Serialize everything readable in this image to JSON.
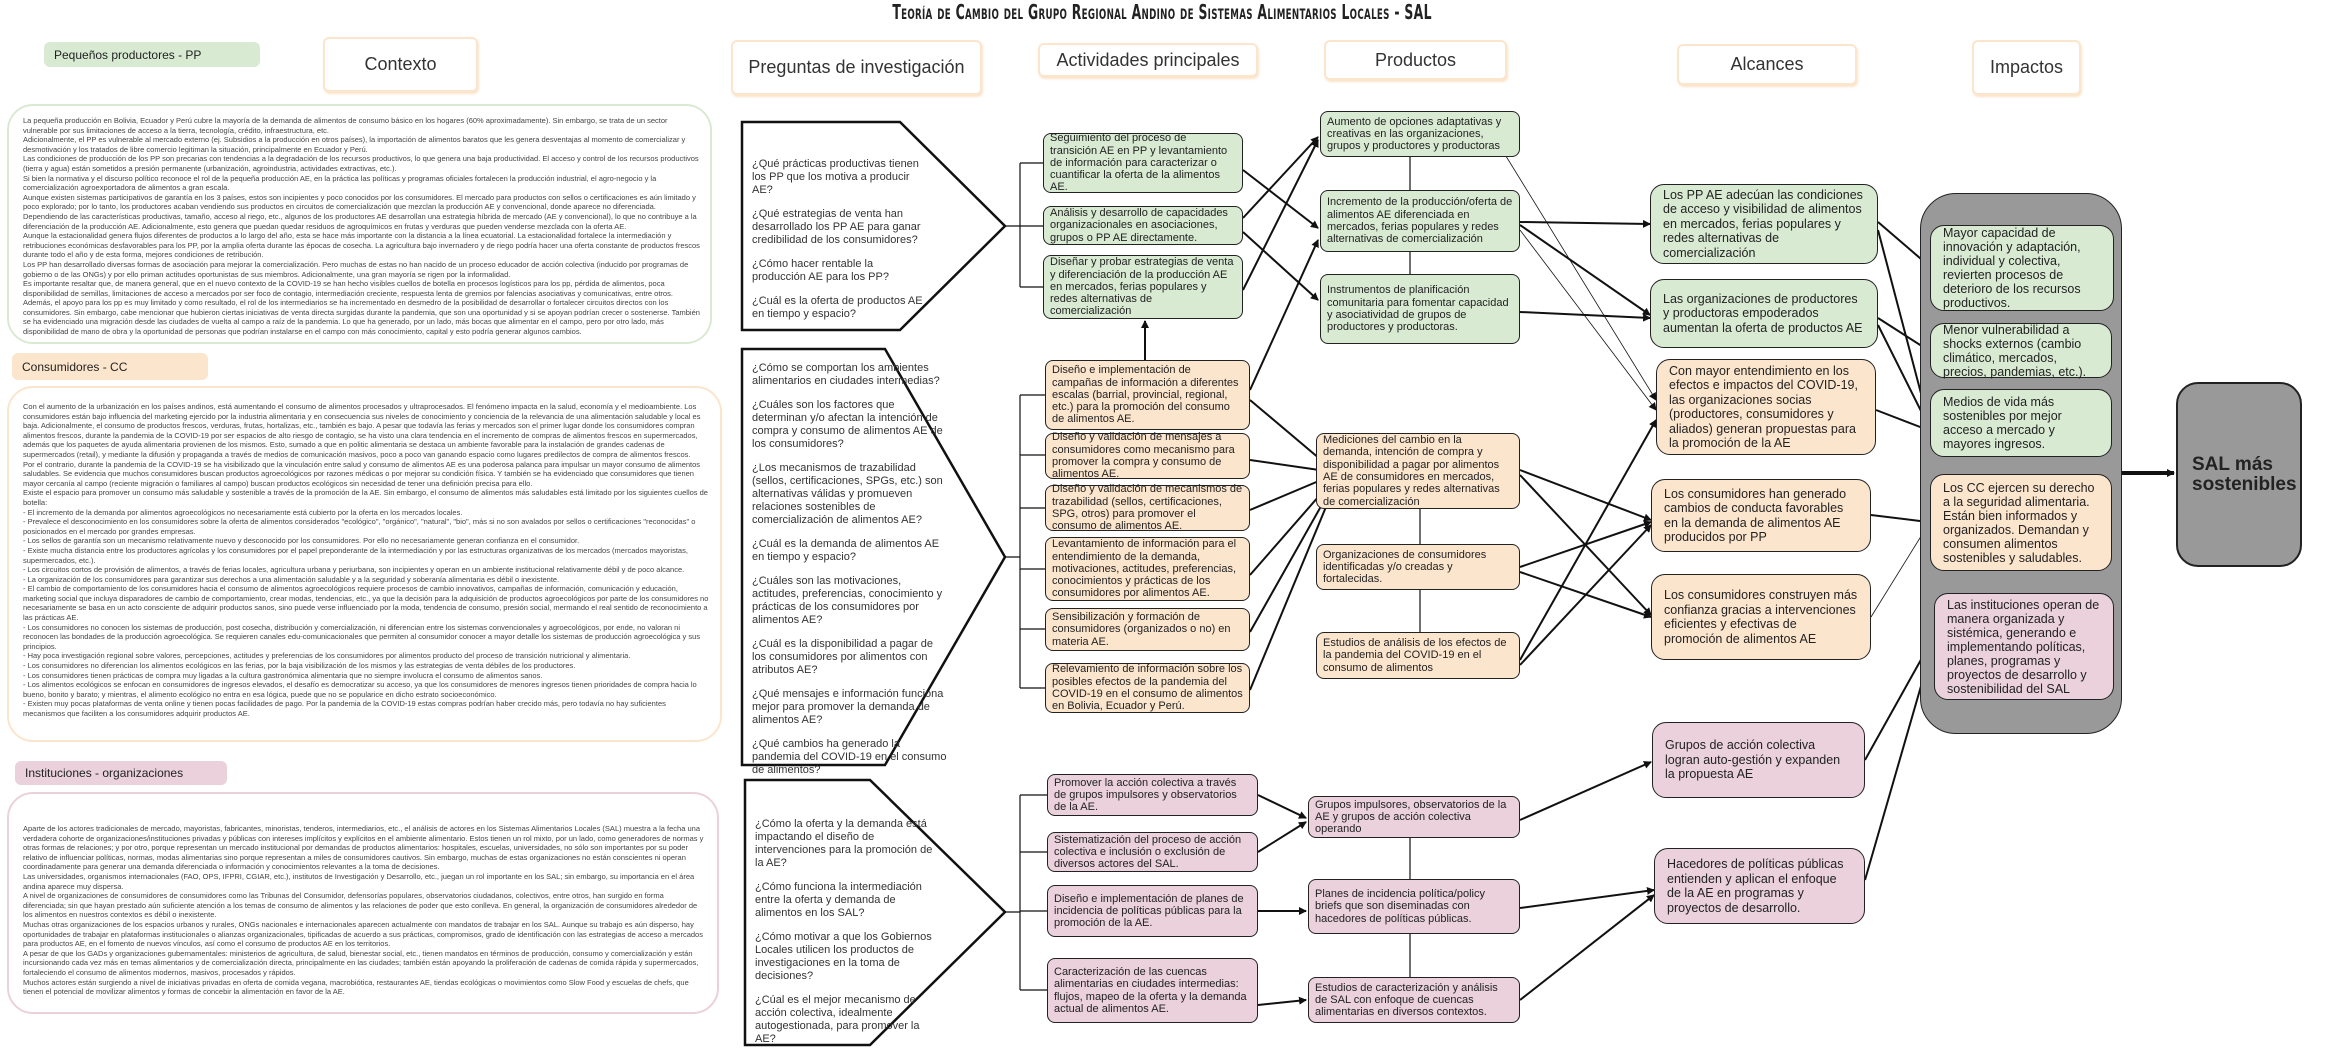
{
  "title": "Teoría de Cambio del Grupo Regional Andino de Sistemas Alimentarios Locales - SAL",
  "headers": {
    "contexto": "Contexto",
    "preguntas": "Preguntas de investigación",
    "actividades": "Actividades principales",
    "productos": "Productos",
    "alcances": "Alcances",
    "impactos": "Impactos"
  },
  "colors": {
    "pp": "#d9ead3",
    "cc": "#fce5cd",
    "inst": "#ead1dc",
    "impact_panel": "#999999"
  },
  "context": {
    "pp": {
      "label": "Pequeños productores - PP",
      "paragraphs": [
        "La pequeña producción en Bolivia, Ecuador y Perú cubre la mayoría de la demanda de alimentos de consumo básico en los hogares (60% aproximadamente). Sin embargo, se trata de un sector vulnerable por sus limitaciones de acceso a la tierra, tecnología, crédito, infraestructura, etc.",
        "Adicionalmente, el PP es vulnerable al mercado externo (ej. Subsidios a la producción en otros países), la importación de alimentos baratos que les genera desventajas al momento de comercializar y desmotivación y los tratados de libre comercio legitiman la situación, principalmente en Ecuador y Perú.",
        "Las condiciones de producción de los PP son precarias con tendencias a la degradación de los recursos productivos, lo que genera una baja productividad. El acceso y control de los recursos productivos (tierra y agua) están sometidos a presión permanente (urbanización, agroindustria, actividades extractivas, etc.).",
        "Si bien la normativa y el discurso político reconoce el rol de la pequeña producción AE, en la práctica las políticas y programas oficiales fortalecen la producción industrial, el agro-negocio y la comercialización agroexportadora de alimentos a gran escala.",
        "Aunque existen sistemas participativos de garantía en los 3 países, estos son incipientes y poco conocidos por los consumidores. El mercado para productos con sellos o certificaciones es aún limitado y poco explorado; por lo tanto, los productores acaban vendiendo sus productos en circuitos de comercialización que mezclan la producción AE y convencional, donde aparece no diferenciada. Dependiendo de las características productivas, tamaño, acceso al riego, etc., algunos de los productores AE desarrollan una estrategia híbrida de mercado (AE y convencional), lo que no contribuye a la diferenciación de la producción AE. Adicionalmente, esto genera que puedan quedar residuos de agroquímicos en frutas y verduras que pueden venderse mezclada con la oferta AE.",
        "Aunque la estacionalidad genera flujos diferentes de productos a lo largo del año, esta se hace más importante con la distancia a la línea ecuatorial. La estacionalidad fortalece la intermediación y retribuciones económicas desfavorables para los PP, por la amplia oferta durante las épocas de cosecha. La agricultura bajo invernadero y de riego podría hacer una oferta constante de productos frescos durante todo el año y de esta forma, mejores condiciones de retribución.",
        "Los PP han desarrollado diversas formas de asociación para mejorar la comercialización. Pero muchas de estas no han nacido de un proceso educador de acción colectiva (inducido por programas de gobierno o de las ONGs) y por ello priman actitudes oportunistas de sus miembros. Adicionalmente, una gran mayoría se rigen por la informalidad.",
        "Es importante resaltar que, de manera general, que en el nuevo contexto de la COVID-19 se han hecho visibles cuellos de botella en procesos logísticos para los pp, pérdida de alimentos, poca disponibilidad de semillas, limitaciones de acceso a mercados por ser foco de contagio, intermediación creciente, respuesta lenta de gremios por falencias asociativas y comunicativas, entre otros. Además, el apoyo para los pp es muy limitado y como resultado, el rol de los intermediarios se ha incrementado en desmedro de la posibilidad de desarrollar o fortalecer circuitos directos con los consumidores. Sin embargo, cabe mencionar que hubieron ciertas iniciativas de venta directa surgidas durante la pandemia, que son una oportunidad y si se apoyan podrían crecer o sostenerse. También se ha evidenciado una migración desde las ciudades de vuelta al campo a raíz de la pandemia. Lo que ha generado, por un lado, más bocas que alimentar en el campo, pero por otro lado, más disponibilidad de mano de obra y la oportunidad de personas que podrían instalarse en el campo con más conocimiento, capital y esto podría generar algunos cambios."
      ]
    },
    "cc": {
      "label": "Consumidores - CC",
      "paragraphs": [
        "Con el aumento de la urbanización en los países andinos, está aumentando el consumo de alimentos procesados y ultraprocesados. El fenómeno impacta en la salud, economía y el medioambiente. Los consumidores están bajo influencia del marketing ejercido por la industria alimentaria y en consecuencia sus niveles de conocimiento y conciencia de la relevancia de una alimentación saludable y local es baja. Adicionalmente, el consumo de productos frescos, verduras, frutas, hortalizas, etc., también es bajo. A pesar que todavía las ferias y mercados son el primer lugar donde los consumidores compran alimentos frescos, durante la pandemia de la COVID-19 por ser espacios de alto riesgo de contagio, se ha visto una clara tendencia en el incremento de compras de alimentos frescos en supermercados, además que los paquetes de ayuda alimentaria provienen de los mismos. Esto, sumado a que en politic alimentaria se destaca un ambiente favorable para la instalación de grandes cadenas de supermercados (retail), y mediante la difusión y propaganda a través de medios de comunicación masivos, poco a poco van ganando espacio como lugares predilectos de compra de alimentos frescos.",
        "Por el contrario, durante la pandemia de la COVID-19 se ha visibilizado que la vinculación entre salud y consumo de alimentos AE es una poderosa palanca para impulsar un mayor consumo de alimentos saludables. Se evidencia que muchos consumidores buscan productos agroecológicos por razones médicas o por mejorar su condición física. Y también se ha evidenciado que consumidores que tienen mayor cercanía al campo (reciente migración o familiares al campo) buscan productos ecológicos sin necesidad de tener una definición precisa para ello.",
        "Existe el espacio para promover un consumo más saludable y sostenible a través de la promoción de la AE. Sin embargo, el consumo de alimentos más saludables está limitado por los siguientes cuellos de botella:",
        "- El incremento de la demanda por alimentos agroecológicos no necesariamente está cubierto por la oferta en los mercados locales.",
        "- Prevalece el desconocimiento en los consumidores sobre la oferta de alimentos considerados \"ecológico\", \"orgánico\", \"natural\", \"bio\", más si no son avalados por sellos o certificaciones \"reconocidas\" o posicionados en el mercado por grandes empresas.",
        "- Los sellos de garantía son un mecanismo relativamente nuevo y desconocido por los consumidores. Por ello no necesariamente generan confianza en el consumidor.",
        "- Existe mucha distancia entre los productores agrícolas y los consumidores por el papel preponderante de la intermediación y por las estructuras organizativas de los mercados (mercados mayoristas, supermercados, etc.).",
        "- Los circuitos cortos de provisión de alimentos, a través de ferias locales, agricultura urbana y periurbana, son incipientes y operan en un ambiente institucional relativamente débil y de poco alcance.",
        "- La organización de los consumidores para garantizar sus derechos a una alimentación saludable y a la seguridad y soberanía alimentaria es débil o inexistente.",
        "- El cambio de comportamiento de los consumidores hacia el consumo de alimentos agroecológicos requiere procesos de cambio innovativos, campañas de información, comunicación y educación, marketing social que incluya disparadores de cambio de comportamiento, crear modas, tendencias, etc., ya que la decisión para la adquisición de productos agroecológicos por parte de los consumidores no necesariamente se basa en un acto consciente de adquirir productos sanos, sino puede verse influenciado por la moda, tendencia de consumo, presión social, mermando el real sentido de reconocimiento a las prácticas AE.",
        "- Los consumidores no conocen los sistemas de producción, post cosecha, distribución y comercialización, ni diferencian entre los sistemas convencionales y agroecológicos, por ende, no valoran ni reconocen las bondades de la producción agroecológica. Se requieren canales edu-comunicacionales que permiten al consumidor conocer a mayor detalle los sistemas de producción agroecológica y sus principios.",
        "- Hay poca investigación regional sobre valores, percepciones, actitudes y preferencias de los consumidores por alimentos producto del proceso de transición nutricional y alimentaria.",
        "- Los consumidores no diferencian los alimentos ecológicos en las ferias, por la baja visibilización de los mismos y las estrategias de venta débiles de los productores.",
        "- Los consumidores tienen prácticas de compra muy ligadas a la cultura gastronómica alimentaria que no siempre involucra el consumo de alimentos sanos.",
        "- Los alimentos ecológicos se enfocan en consumidores de ingresos elevados, el desafío es democratizar su acceso, ya que los consumidores de menores ingresos tienen prioridades de compra hacia lo bueno, bonito y barato; y mientras, el alimento ecológico no entra en esa lógica, puede que no se popularice en dicho estrato socioeconómico.",
        "- Existen muy pocas plataformas de venta online y tienen pocas facilidades de pago. Por la pandemia de la COVID-19 estas compras podrían haber crecido más, pero todavía no hay suficientes mecanismos que faciliten a los consumidores adquirir productos AE."
      ]
    },
    "inst": {
      "label": "Instituciones - organizaciones",
      "paragraphs": [
        "Aparte de los actores tradicionales de mercado, mayoristas, fabricantes, minoristas, tenderos, intermediarios, etc., el análisis de actores en los Sistemas Alimentarios Locales (SAL) muestra a la fecha una verdadera cohorte de organizaciones/instituciones privadas y públicas con intereses implícitos y explícitos en el ambiente alimentario. Estos tienen un rol mixto, por un lado, como generadores de normas y otras formas de relaciones; y por otro, porque representan un mercado institucional por demandas de productos alimentarios: hospitales, escuelas, universidades, no sólo son importantes por su poder relativo de influenciar políticas, normas, modas alimentarias sino porque representan a miles de consumidores cautivos. Sin embargo, muchas de estas organizaciones no están conscientes ni operan coordinadamente para generar una demanda diferenciada o información y conocimientos relevantes a la toma de decisiones.",
        "Las universidades, organismos internacionales (FAO, OPS, IFPRI, CGIAR, etc.), institutos de Investigación y Desarrollo, etc., juegan un rol importante en los SAL; sin embargo, su importancia en el área andina aparece muy dispersa.",
        "A nivel de organizaciones de consumidores de consumidores como las Tribunas del Consumidor, defensorías populares, observatorios ciudadanos, colectivos, entre otros, han surgido en forma diferenciada; sin que hayan prestado aún suficiente atención a los temas de consumo de alimentos y las relaciones de poder que esto conlleva. En general, la organización de consumidores alrededor de los alimentos en nuestros contextos es débil o inexistente.",
        "Muchas otras organizaciones de los espacios urbanos y rurales, ONGs nacionales e internacionales aparecen actualmente con mandatos de trabajar en los SAL. Aunque su trabajo es aún disperso, hay oportunidades de trabajar en plataformas institucionales o alianzas organizacionales, tipificadas de acuerdo a sus prácticas, compromisos, grado de identificación con las estrategias de acceso a mercados para productos AE, en el fomento de nuevos vínculos, así como el consumo de productos AE en los territorios.",
        "A pesar de que los GADs y organizaciones gubernamentales: ministerios de agricultura, de salud, bienestar social, etc., tienen mandatos en términos de producción, consumo y comercialización y están incursionando cada vez más en temas alimentarios y de comercialización directa, principalmente en las ciudades; también están apoyando la proliferación de cadenas de comida rápida y supermercados, fortaleciendo el consumo de alimentos modernos, masivos, procesados y rápidos.",
        "Muchos actores están surgiendo a nivel de iniciativas privadas en oferta de comida vegana, macrobiótica, restaurantes AE, tiendas ecológicas o movimientos como Slow Food y escuelas de chefs, que tienen el potencial de movilizar alimentos y formas de concebir la alimentación en favor de la AE."
      ]
    }
  },
  "questions": {
    "pp": [
      "¿Qué prácticas productivas tienen los PP que los motiva a producir AE?",
      "¿Qué estrategias de venta han desarrollado los PP AE para ganar credibilidad de los consumidores?",
      "¿Cómo hacer rentable la producción AE para los PP?",
      "¿Cuál es la oferta de productos AE en tiempo y espacio?"
    ],
    "cc": [
      "¿Cómo se comportan los ambientes alimentarios en ciudades intermedias?",
      "¿Cuáles son los factores que determinan y/o afectan la intención de compra y consumo de alimentos AE de los consumidores?",
      "¿Los mecanismos de trazabilidad (sellos, certificaciones, SPGs, etc.) son alternativas válidas y promueven relaciones sostenibles de comercialización de alimentos AE?",
      "¿Cuál es la demanda de alimentos AE en tiempo y espacio?",
      "¿Cuáles son las motivaciones, actitudes, preferencias, conocimiento y prácticas de los consumidores por alimentos AE?",
      "¿Cuál es la disponibilidad a pagar de los consumidores por alimentos con atributos AE?",
      "¿Qué mensajes e información funciona mejor para promover la demanda de alimentos AE?",
      "¿Qué cambios ha generado la pandemia del COVID-19 en el consumo de alimentos?"
    ],
    "inst": [
      "¿Cómo la oferta y la demanda está impactando el diseño de intervenciones para la promoción de la AE?",
      "¿Cómo funciona la intermediación entre la oferta y demanda de alimentos en los SAL?",
      "¿Cómo motivar a que los Gobiernos Locales utilicen los productos de investigaciones en la toma de decisiones?",
      "¿Cúal es el mejor mecanismo de acción colectiva, idealmente autogestionada, para promover la AE?"
    ]
  },
  "activities": {
    "pp": [
      "Seguimiento del proceso de transición AE en PP y levantamiento de información para caracterizar o cuantificar la oferta de la alimentos AE.",
      "Análisis y desarrollo de capacidades organizacionales en asociaciones, grupos o PP AE directamente.",
      "Diseñar y probar estrategias de venta y diferenciación de la producción AE en mercados, ferias populares y redes alternativas de comercialización"
    ],
    "cc": [
      "Diseño e implementación de campañas de información a diferentes escalas (barrial, provincial, regional, etc.) para la promoción del consumo de alimentos AE.",
      "Diseño y validación de mensajes a consumidores como mecanismo para promover la compra y consumo de alimentos AE.",
      "Diseño y validación de mecanismos de trazabilidad (sellos, certificaciones, SPG, otros) para promover el consumo de alimentos AE.",
      "Levantamiento de información para el entendimiento de la demanda, motivaciones, actitudes, preferencias, conocimientos y prácticas de los consumidores por alimentos AE.",
      "Sensibilización y formación de consumidores (organizados o no) en materia AE.",
      "Relevamiento de información sobre los posibles efectos de la pandemia del COVID-19 en el consumo de alimentos en Bolivia, Ecuador y Perú."
    ],
    "inst": [
      "Promover la acción colectiva a través de grupos impulsores y observatorios de la AE.",
      "Sistematización del proceso de acción colectiva e inclusión o exclusión de diversos actores del SAL.",
      "Diseño e implementación de planes de incidencia de políticas públicas para la promoción de la AE.",
      "Caracterización de las cuencas alimentarias en ciudades intermedias: flujos, mapeo de la oferta y la demanda actual de alimentos AE."
    ]
  },
  "products": {
    "pp": [
      "Aumento de opciones adaptativas y creativas en las organizaciones, grupos y productores y productoras",
      "Incremento de la producción/oferta de alimentos AE diferenciada en mercados,  ferias populares y redes alternativas de comercialización",
      "Instrumentos de planificación comunitaria para fomentar capacidad y asociatividad de grupos de productores y productoras."
    ],
    "cc": [
      "Mediciones del cambio en la demanda, intención de compra y disponibilidad a pagar por alimentos AE de consumidores en mercados, ferias populares y redes alternativas de comercialización",
      "Organizaciones de consumidores identificadas y/o creadas y fortalecidas.",
      "Estudios de análisis de los efectos de la pandemia del COVID-19 en el consumo de alimentos"
    ],
    "inst": [
      "Grupos impulsores, observatorios de la AE y grupos de acción colectiva operando",
      "Planes de incidencia política/policy briefs que son diseminadas con hacedores de políticas públicas.",
      "Estudios de caracterización y análisis de SAL con enfoque de cuencas alimentarias en diversos contextos."
    ]
  },
  "outcomes": {
    "pp": [
      "Los PP AE adecúan las condiciones de acceso y visibilidad de alimentos en mercados, ferias populares y redes alternativas de comercialización",
      "Las organizaciones de productores y productoras empoderados aumentan la oferta de productos AE"
    ],
    "cc": [
      "Con mayor entendimiento en los efectos e impactos del COVID-19, las organizaciones socias (productores, consumidores y aliados) generan propuestas para la promoción de la AE",
      "Los consumidores han generado cambios de conducta favorables en la demanda de alimentos AE producidos por PP",
      "Los consumidores construyen más confianza gracias a intervenciones eficientes y efectivas de promoción de alimentos AE"
    ],
    "inst": [
      "Grupos de acción colectiva logran auto-gestión  y expanden la propuesta AE",
      "Hacedores de políticas públicas entienden y aplican el enfoque de la AE en programas y proyectos de desarrollo."
    ]
  },
  "impacts": {
    "pp": [
      "Mayor capacidad de innovación y adaptación, individual y colectiva, revierten procesos de deterioro de los recursos productivos.",
      "Menor vulnerabilidad  a shocks externos (cambio climático, mercados, precios, pandemias, etc.).",
      "Medios de vida más sostenibles por mejor acceso a mercado y mayores ingresos."
    ],
    "cc": [
      "Los CC ejercen su derecho a la seguridad alimentaria. Están bien informados y organizados. Demandan y consumen alimentos sostenibles y saludables."
    ],
    "inst": [
      "Las instituciones operan de manera organizada y sistémica,  generando e implementando políticas, planes, programas y proyectos de desarrollo y sostenibilidad del SAL"
    ]
  },
  "final": "SAL más sostenibles"
}
